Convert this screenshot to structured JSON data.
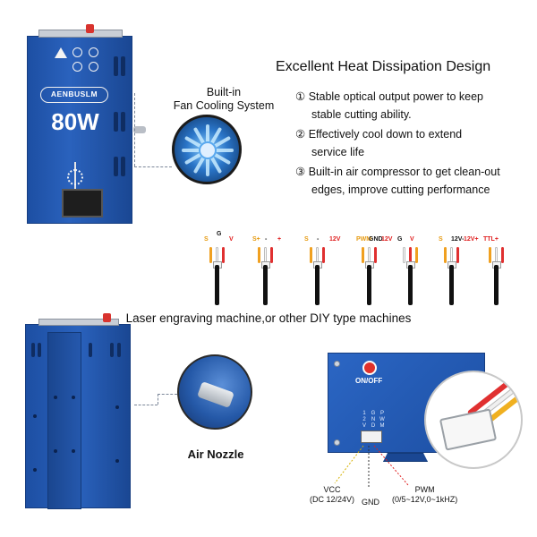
{
  "module": {
    "brand": "AENBUSLM",
    "power": "80W"
  },
  "callouts": {
    "fan_line1": "Built-in",
    "fan_line2": "Fan Cooling System",
    "nozzle": "Air Nozzle"
  },
  "features": {
    "title": "Excellent Heat Dissipation Design",
    "items": [
      {
        "marker": "①",
        "line1": "Stable optical output power to keep",
        "line2": "stable cutting ability."
      },
      {
        "marker": "②",
        "line1": "Effectively cool down to extend",
        "line2": "service life"
      },
      {
        "marker": "③",
        "line1": "Built-in air compressor to get clean-out",
        "line2": "edges, improve cutting performance"
      }
    ]
  },
  "wires": {
    "caption": "Laser engraving machine,or other DIY type machines",
    "groups": [
      {
        "labels": [
          "S",
          "G",
          "V"
        ],
        "colors": [
          "#f0a020",
          "#ffffff",
          "#e03030"
        ]
      },
      {
        "labels": [
          "S+",
          "-",
          "+"
        ],
        "colors": [
          "#f0a020",
          "#ffffff",
          "#e03030"
        ]
      },
      {
        "labels": [
          "S",
          "-",
          "12V"
        ],
        "colors": [
          "#f0a020",
          "#ffffff",
          "#e03030"
        ]
      },
      {
        "labels": [
          "PWM",
          "GND",
          "12V"
        ],
        "colors": [
          "#f0a020",
          "#ffffff",
          "#e03030"
        ]
      },
      {
        "labels": [
          "G",
          "V",
          ""
        ],
        "colors": [
          "#ffffff",
          "#e03030",
          "#f0a020"
        ]
      },
      {
        "labels": [
          "S",
          "12V-",
          "12V+"
        ],
        "colors": [
          "#f0a020",
          "#ffffff",
          "#e03030"
        ]
      },
      {
        "labels": [
          "TTL+",
          "",
          ""
        ],
        "colors": [
          "#f0a020",
          "#ffffff",
          "#e03030"
        ]
      }
    ],
    "label_colors": {
      "signal": "#e69a10",
      "ground": "#111111",
      "power": "#e02020"
    }
  },
  "board": {
    "onoff": "ON/OFF",
    "pins": [
      [
        "1",
        "2",
        "V"
      ],
      [
        "G",
        "N",
        "D"
      ],
      [
        "P",
        "W",
        "M"
      ]
    ]
  },
  "pin_descriptions": {
    "vcc_line1": "VCC",
    "vcc_line2": "(DC  12/24V)",
    "gnd": "GND",
    "pwm_line1": "PWM",
    "pwm_line2": "(0/5~12V,0~1kHZ)"
  },
  "colors": {
    "module_blue": "#2a62bd",
    "power_button": "#d8332e",
    "text": "#111111",
    "callout_dash": "#7c8799"
  },
  "icons": [
    "warning-icon",
    "fan-icon",
    "gear-icon",
    "on-off-button-icon"
  ]
}
